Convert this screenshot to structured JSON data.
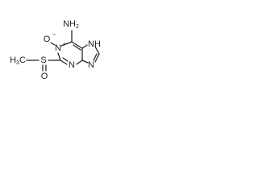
{
  "molecule": {
    "atoms": {
      "amine": "NH2",
      "amine_main": "NH",
      "amine_sub": "2",
      "imidazole_nh": "NH",
      "n_oxide": "N",
      "n_oxide_charge": "+",
      "oxide_oxygen": "O",
      "oxide_charge": "−",
      "ring_n3": "N",
      "ring_n9": "N",
      "methyl": "H3C",
      "methyl_main": "H",
      "methyl_sub": "3",
      "methyl_tail": "C",
      "sulfur": "S",
      "sulfoxide_oxygen": "O"
    }
  }
}
